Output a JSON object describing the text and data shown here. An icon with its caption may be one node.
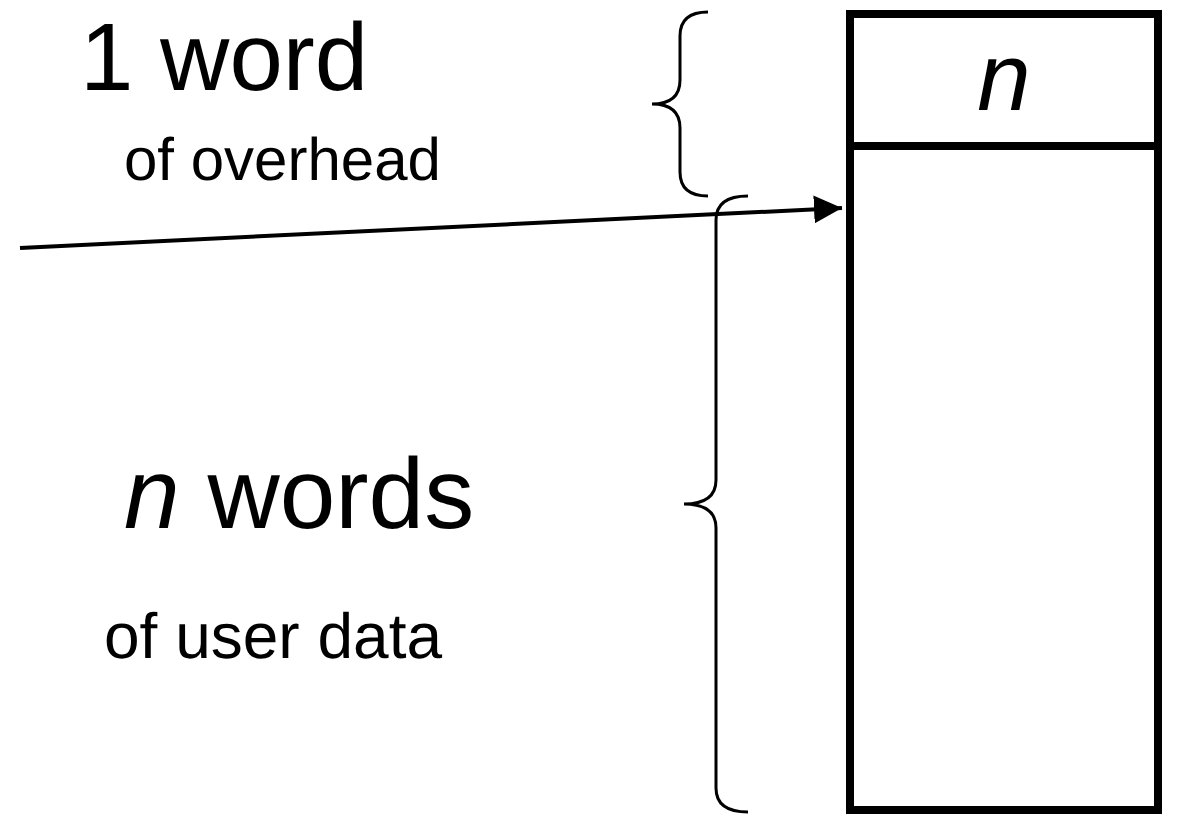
{
  "diagram": {
    "nodes": [
      {
        "text": [
          "n"
        ]
      },
      {
        "text": [],
        "shape": "box"
      }
    ],
    "edges": [
      {
        "from": null,
        "to": 1,
        "arrow": "to"
      }
    ],
    "labels": [
      "1 word",
      "of overhead",
      "*n* words",
      "of user data"
    ]
  }
}
